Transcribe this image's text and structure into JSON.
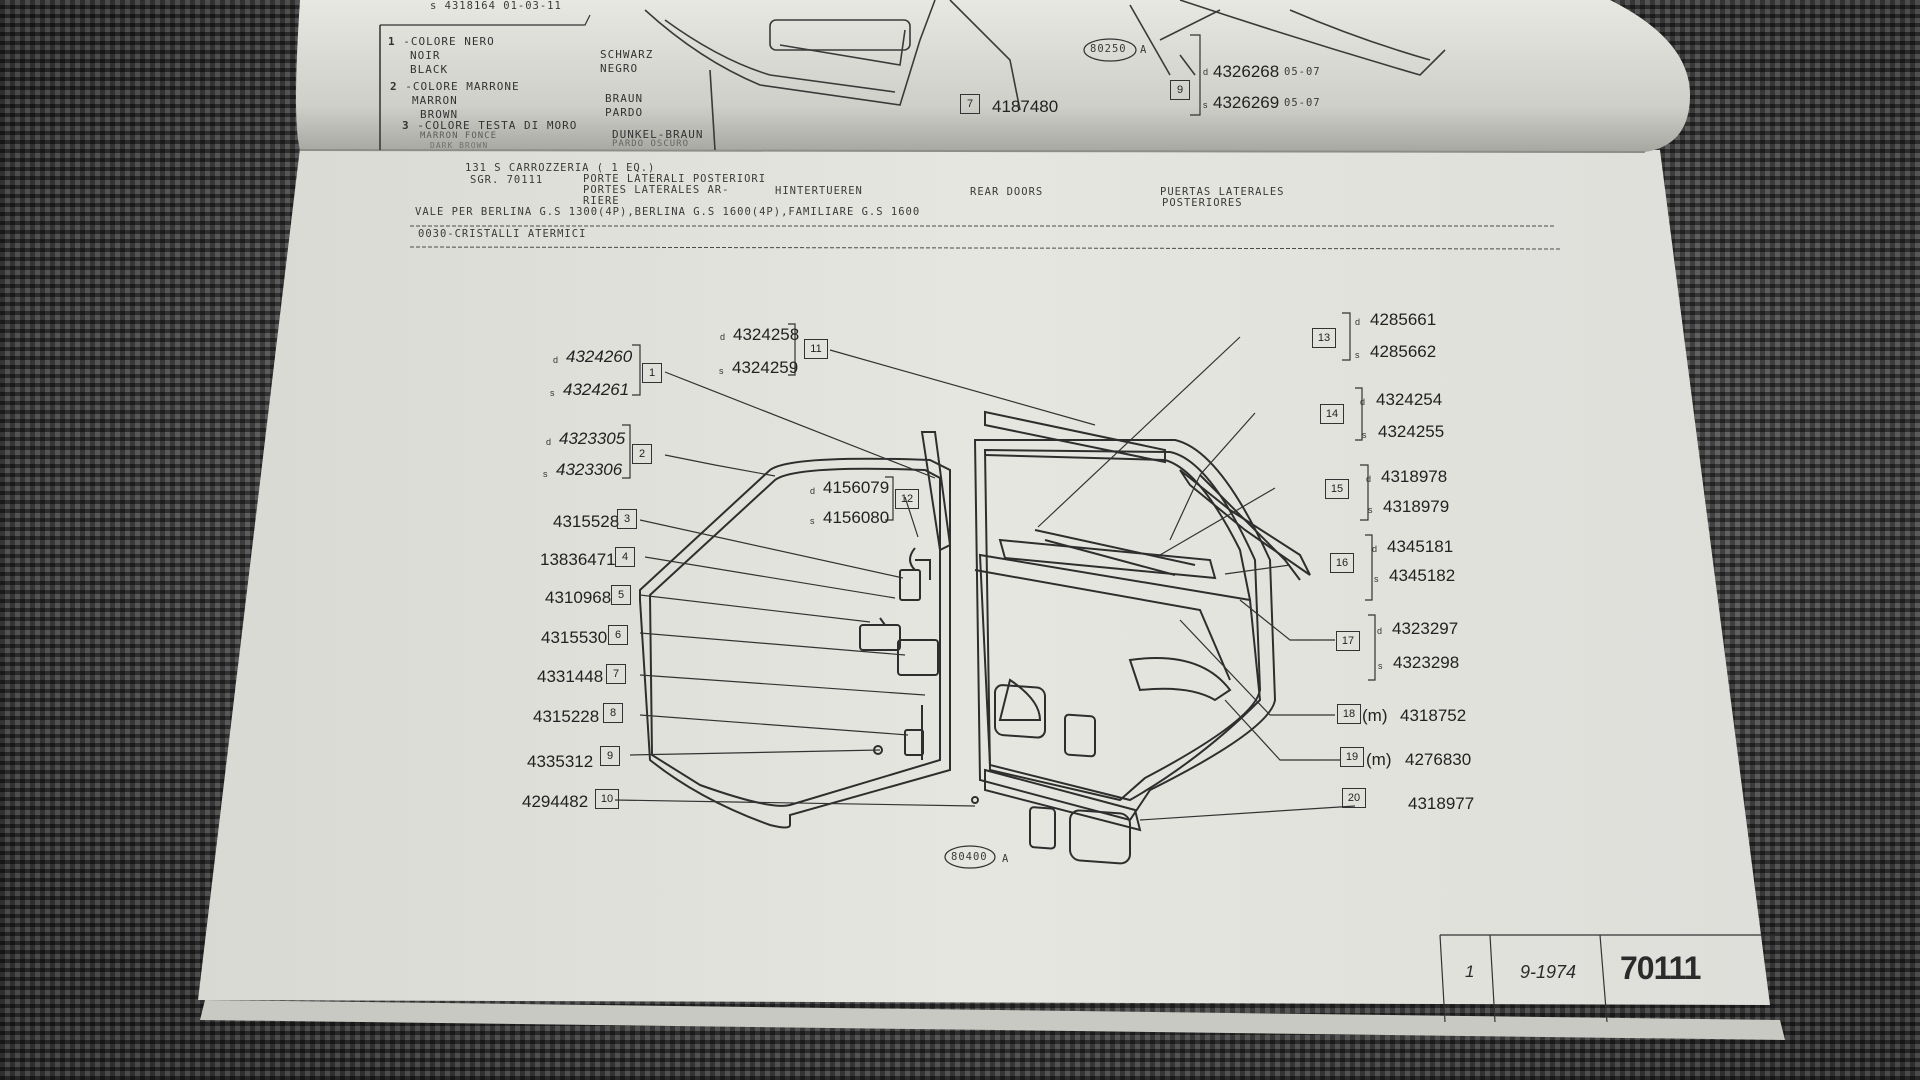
{
  "upper_page": {
    "top_code": "4318164",
    "top_code_date": "01-03-11",
    "color_legend": [
      {
        "num": "1",
        "it": "COLORE NERO",
        "fr": "NOIR",
        "en": "BLACK",
        "de": "SCHWARZ",
        "es": "NEGRO"
      },
      {
        "num": "2",
        "it": "COLORE MARRONE",
        "fr": "MARRON",
        "en": "BROWN",
        "de": "BRAUN",
        "es": "PARDO"
      },
      {
        "num": "3",
        "it": "COLORE TESTA DI MORO",
        "fr": "MARRON FONCE",
        "en": "DARK BROWN",
        "de": "DUNKEL-BRAUN",
        "es": "PARDO OSCURO"
      }
    ],
    "ref_7": "7",
    "part_4187480": "4187480",
    "figure_code": "80250",
    "figure_suffix": "A",
    "ref_9": "9",
    "d_4326268": "4326268",
    "d_date": "05-07",
    "s_4326269": "4326269",
    "s_date": "05-07"
  },
  "header": {
    "group": "131 S CARROZZERIA ( 1 EQ.)",
    "sgr": "SGR. 70111",
    "it_title_1": "PORTE LATERALI POSTERIORI",
    "fr_title_1": "PORTES LATERALES AR-",
    "fr_title_2": "RIERE",
    "de_title": "HINTERTUEREN",
    "en_title": "REAR DOORS",
    "es_title_1": "PUERTAS LATERALES",
    "es_title_2": "POSTERIORES",
    "validity": "VALE PER BERLINA G.S 1300(4P),BERLINA G.S 1600(4P),FAMILIARE G.S 1600",
    "note": "0030-CRISTALLI ATERMICI"
  },
  "parts_left": [
    {
      "ref": "1",
      "d": "4324260",
      "s": "4324261"
    },
    {
      "ref": "2",
      "d": "4323305",
      "s": "4323306"
    },
    {
      "ref": "3",
      "code": "4315528"
    },
    {
      "ref": "4",
      "code": "13836471"
    },
    {
      "ref": "5",
      "code": "4310968"
    },
    {
      "ref": "6",
      "code": "4315530"
    },
    {
      "ref": "7",
      "code": "4331448"
    },
    {
      "ref": "8",
      "code": "4315228"
    },
    {
      "ref": "9",
      "code": "4335312"
    },
    {
      "ref": "10",
      "code": "4294482"
    }
  ],
  "parts_center": [
    {
      "ref": "11",
      "d": "4324258",
      "s": "4324259"
    },
    {
      "ref": "12",
      "d": "4156079",
      "s": "4156080"
    }
  ],
  "parts_right": [
    {
      "ref": "13",
      "d": "4285661",
      "s": "4285662"
    },
    {
      "ref": "14",
      "d": "4324254",
      "s": "4324255"
    },
    {
      "ref": "15",
      "d": "4318978",
      "s": "4318979"
    },
    {
      "ref": "16",
      "d": "4345181",
      "s": "4345182"
    },
    {
      "ref": "17",
      "d": "4323297",
      "s": "4323298"
    },
    {
      "ref": "18",
      "m": "(m)",
      "code": "4318752"
    },
    {
      "ref": "19",
      "m": "(m)",
      "code": "4276830"
    },
    {
      "ref": "20",
      "code": "4318977"
    }
  ],
  "labels": {
    "d": "d",
    "s": "s"
  },
  "figure": {
    "code": "80400",
    "suffix": "A"
  },
  "footer": {
    "sheet": "1",
    "date": "9-1974",
    "number": "70111"
  }
}
